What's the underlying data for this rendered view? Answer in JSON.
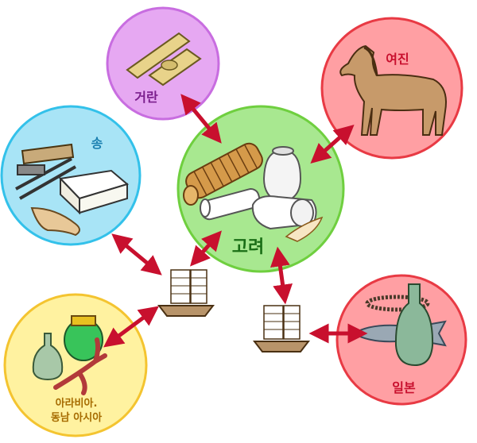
{
  "nodes": {
    "goryeo": {
      "label": "고려",
      "fill": "#a8e890",
      "stroke": "#6fcf3f"
    },
    "georan": {
      "label": "거란",
      "fill": "#e6a8f2",
      "stroke": "#c86de0"
    },
    "yeojin": {
      "label": "여진",
      "fill": "#ff9fa3",
      "stroke": "#e83a44"
    },
    "song": {
      "label": "송",
      "fill": "#a8e4f6",
      "stroke": "#33c1ea"
    },
    "arabia": {
      "label_line1": "아라비아.",
      "label_line2": "동남 아시아",
      "fill": "#fff2a0",
      "stroke": "#f4c430"
    },
    "ilbon": {
      "label": "일본",
      "fill": "#ff9fa3",
      "stroke": "#e83a44"
    }
  },
  "colors": {
    "arrow": "#c8102e",
    "label_goryeo": "#1a6e16",
    "label_georan": "#7a1d8c",
    "label_yeojin": "#c8102e",
    "label_song": "#1a7fb0",
    "label_arabia": "#a66b00",
    "label_ilbon": "#c8102e"
  },
  "icons": [
    "paper-roll-icon",
    "porcelain-vase-icon",
    "ginseng-icon",
    "silk-cloth-icon",
    "gold-bar-icon",
    "horse-icon",
    "books-icon",
    "brush-icon",
    "medicine-jar-icon",
    "coral-icon",
    "ship-icon",
    "fish-icon",
    "sword-icon",
    "bead-string-icon",
    "sulfur-bottle-icon"
  ]
}
